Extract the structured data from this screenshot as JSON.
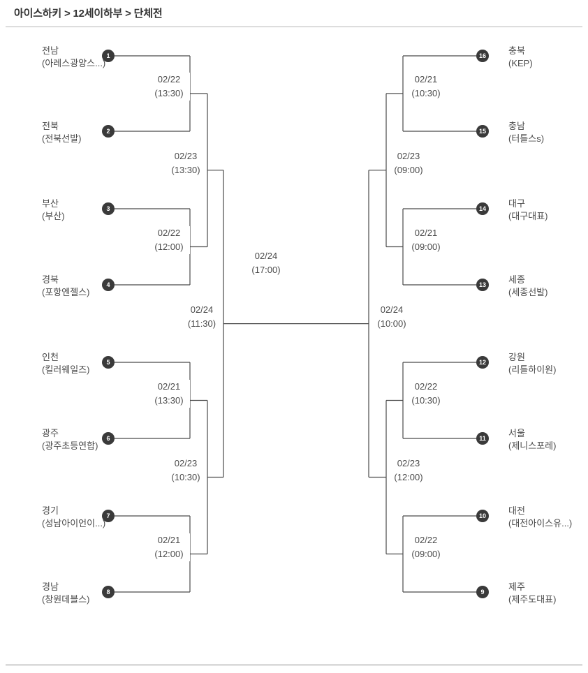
{
  "breadcrumb": "아이스하키 > 12세이하부 > 단체전",
  "colors": {
    "line": "#4a4a4a",
    "seed_badge_bg": "#3a3a3a",
    "seed_badge_text": "#ffffff",
    "text": "#4a4a4a",
    "header_text": "#333333"
  },
  "teams": {
    "left": [
      {
        "seed": "1",
        "region": "전남",
        "club": "(아레스광양스...)"
      },
      {
        "seed": "2",
        "region": "전북",
        "club": "(전북선발)"
      },
      {
        "seed": "3",
        "region": "부산",
        "club": "(부산)"
      },
      {
        "seed": "4",
        "region": "경북",
        "club": "(포항엔젤스)"
      },
      {
        "seed": "5",
        "region": "인천",
        "club": "(킬러웨일즈)"
      },
      {
        "seed": "6",
        "region": "광주",
        "club": "(광주초등연합)"
      },
      {
        "seed": "7",
        "region": "경기",
        "club": "(성남아이언이...)"
      },
      {
        "seed": "8",
        "region": "경남",
        "club": "(창원데블스)"
      }
    ],
    "right": [
      {
        "seed": "16",
        "region": "충북",
        "club": "(KEP)"
      },
      {
        "seed": "15",
        "region": "충남",
        "club": "(터틀스s)"
      },
      {
        "seed": "14",
        "region": "대구",
        "club": "(대구대표)"
      },
      {
        "seed": "13",
        "region": "세종",
        "club": "(세종선발)"
      },
      {
        "seed": "12",
        "region": "강원",
        "club": "(리틀하이원)"
      },
      {
        "seed": "11",
        "region": "서울",
        "club": "(제니스포레)"
      },
      {
        "seed": "10",
        "region": "대전",
        "club": "(대전아이스유...)"
      },
      {
        "seed": "9",
        "region": "제주",
        "club": "(제주도대표)"
      }
    ]
  },
  "matches": {
    "left_qf": [
      {
        "date": "02/22",
        "time": "(13:30)"
      },
      {
        "date": "02/22",
        "time": "(12:00)"
      },
      {
        "date": "02/21",
        "time": "(13:30)"
      },
      {
        "date": "02/21",
        "time": "(12:00)"
      }
    ],
    "left_sf": [
      {
        "date": "02/23",
        "time": "(13:30)"
      },
      {
        "date": "02/23",
        "time": "(10:30)"
      }
    ],
    "left_final": {
      "date": "02/24",
      "time": "(11:30)"
    },
    "right_qf": [
      {
        "date": "02/21",
        "time": "(10:30)"
      },
      {
        "date": "02/21",
        "time": "(09:00)"
      },
      {
        "date": "02/22",
        "time": "(10:30)"
      },
      {
        "date": "02/22",
        "time": "(09:00)"
      }
    ],
    "right_sf": [
      {
        "date": "02/23",
        "time": "(09:00)"
      },
      {
        "date": "02/23",
        "time": "(12:00)"
      }
    ],
    "right_final": {
      "date": "02/24",
      "time": "(10:00)"
    },
    "final": {
      "date": "02/24",
      "time": "(17:00)"
    }
  }
}
